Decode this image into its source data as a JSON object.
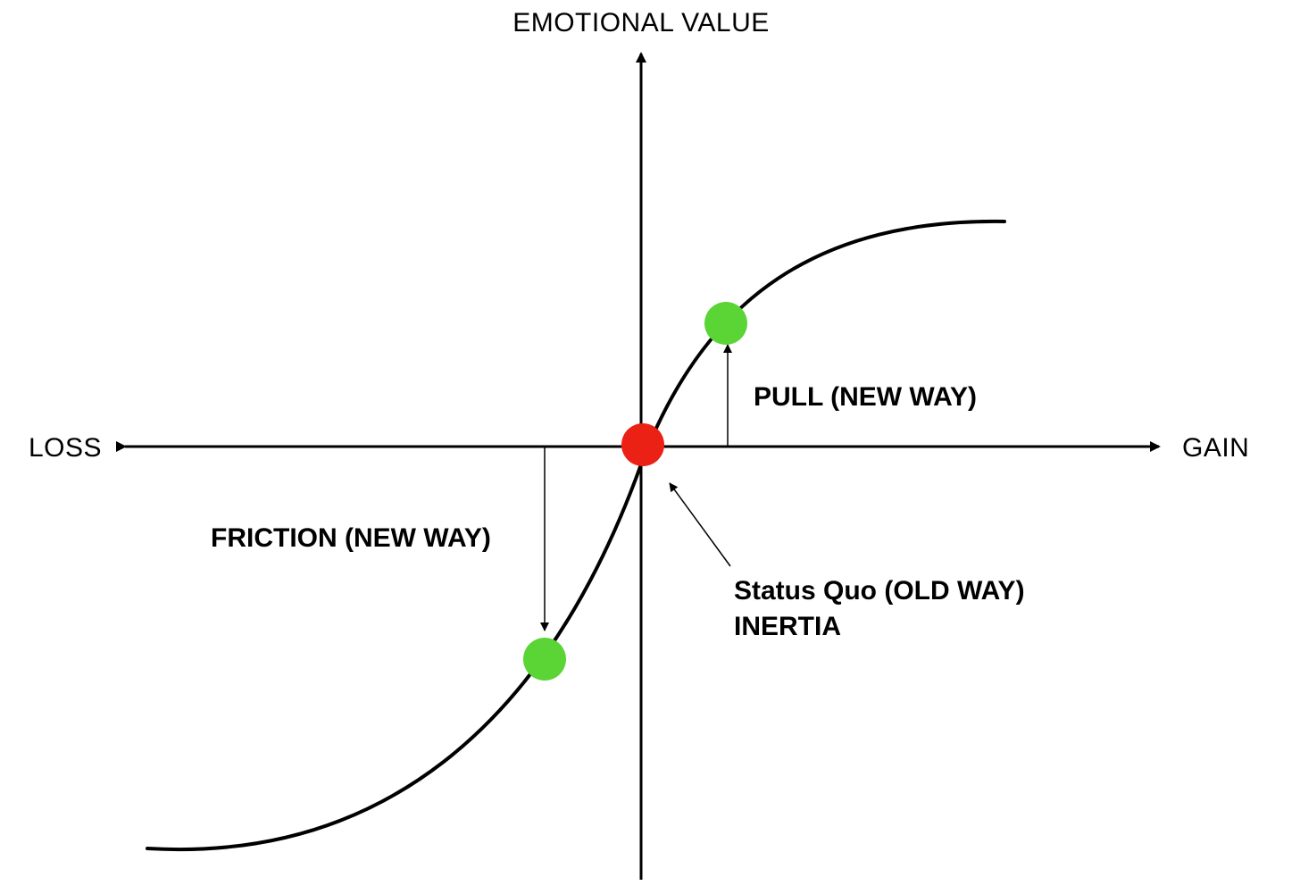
{
  "axes": {
    "y_label": "EMOTIONAL VALUE",
    "x_left_label": "LOSS",
    "x_right_label": "GAIN"
  },
  "annotations": {
    "pull": "PULL (NEW WAY)",
    "friction": "FRICTION (NEW WAY)",
    "status_quo_line1": "Status Quo (OLD WAY)",
    "status_quo_line2": "INERTIA"
  },
  "colors": {
    "axis": "#000000",
    "curve": "#000000",
    "status_quo_point": "#ea2114",
    "new_way_points": "#5bd435"
  }
}
